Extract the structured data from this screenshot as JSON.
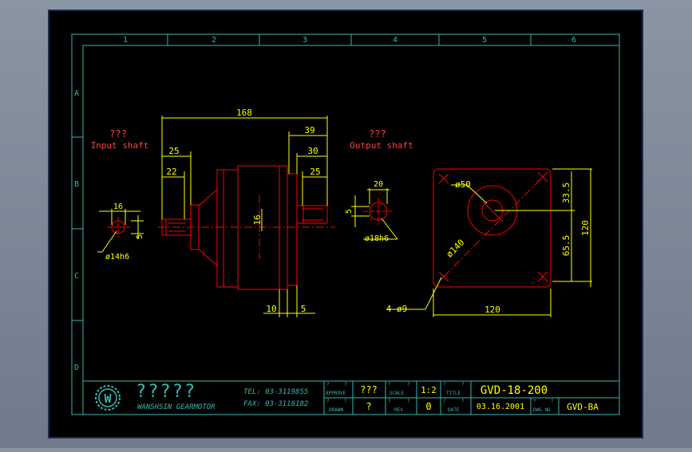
{
  "colors": {
    "background": "#000000",
    "frame": "#38b7b0",
    "part": "#ff0000",
    "dimension": "#ffff00",
    "text": "#ff4040",
    "title_text": "#ffff00",
    "logo": "#38b7b0"
  },
  "border": {
    "columns": [
      "1",
      "2",
      "3",
      "4",
      "5",
      "6"
    ],
    "rows": [
      "A",
      "B",
      "C",
      "D"
    ]
  },
  "labels": {
    "input_qmarks": "???",
    "input_shaft": "Input shaft",
    "output_qmarks": "???",
    "output_shaft": "Output shaft"
  },
  "dims": {
    "overall": "168",
    "d39": "39",
    "d30": "30",
    "d25_out": "25",
    "d25_in": "25",
    "d22": "22",
    "d16_body": "16",
    "d10": "10",
    "d5_bottom": "5",
    "in_16": "16",
    "in_5": "5",
    "in_dia": "ø14h6",
    "out_20": "20",
    "out_5": "5",
    "out_dia": "ø18h6",
    "flange_phi50": "ø50",
    "flange_phi140": "ø140",
    "flange_335": "33.5",
    "flange_655": "65.5",
    "flange_120v": "120",
    "flange_120h": "120",
    "holes": "4-ø9"
  },
  "title_block": {
    "logo_letter": "W",
    "company_qmarks": "?????",
    "company_en": "WANSHSIN GEARMOTOR",
    "tel": "TEL: 03-3119855",
    "fax": "FAX: 03-3118182",
    "approve_label": "APPROVE",
    "approve_value": "???",
    "drawn_label": "DRAWN",
    "drawn_value": "?",
    "scale_label": "SCALE",
    "scale_value": "1:2",
    "rev_label": "REV",
    "rev_value": "0",
    "title_label": "TITLE",
    "title_value": "GVD-18-200",
    "date_label": "DATE",
    "date_value": "03.16.2001",
    "dwg_label": "DWG NO",
    "dwg_value": "GVD-BA",
    "qmark": "?"
  }
}
